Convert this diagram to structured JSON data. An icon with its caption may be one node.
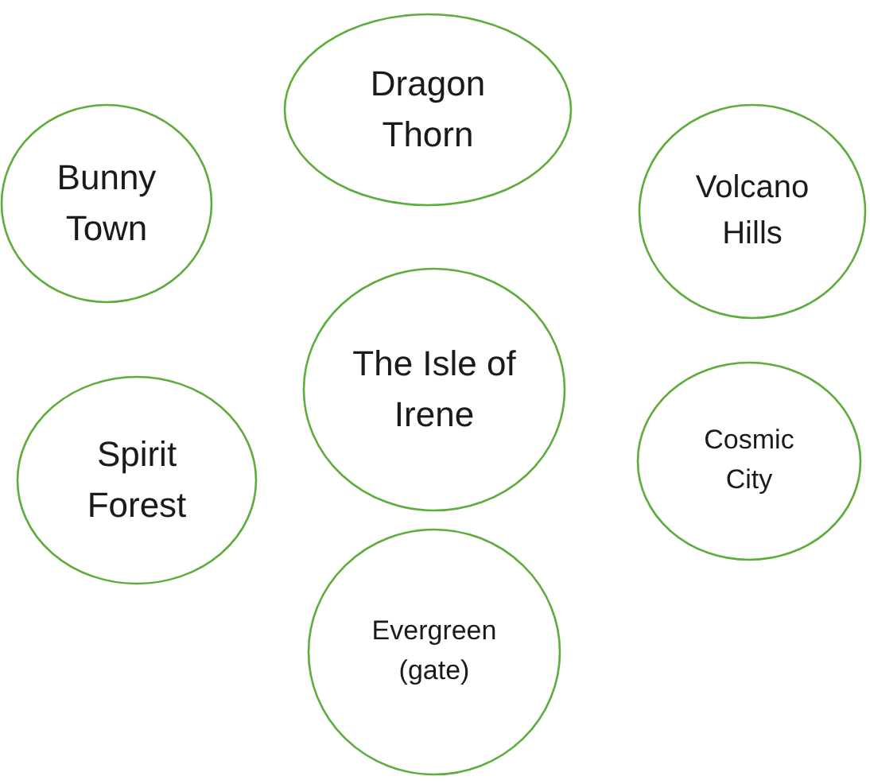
{
  "diagram": {
    "nodes": [
      {
        "text": [
          "Dragon Thorn"
        ]
      },
      {
        "text": [
          "Bunny Town"
        ]
      },
      {
        "text": [
          "Volcano Hills"
        ]
      },
      {
        "text": [
          "The Isle of Irene"
        ]
      },
      {
        "text": [
          "Spirit Forest"
        ]
      },
      {
        "text": [
          "Cosmic City"
        ]
      },
      {
        "text": [
          "Evergreen (gate)"
        ]
      }
    ]
  }
}
